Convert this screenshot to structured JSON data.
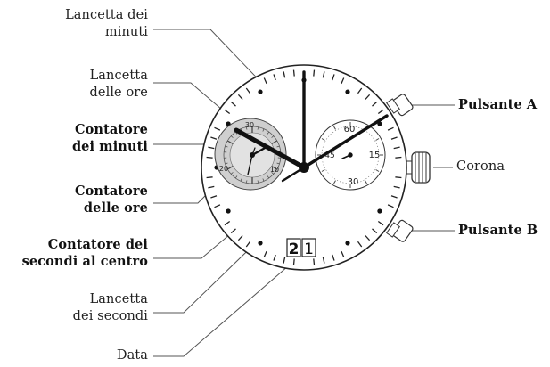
{
  "labels": {
    "lancetta_minuti": [
      "Lancetta dei",
      "minuti"
    ],
    "lancetta_ore": [
      "Lancetta",
      "delle ore"
    ],
    "contatore_minuti": [
      "Contatore",
      "dei minuti"
    ],
    "contatore_ore": [
      "Contatore",
      "delle ore"
    ],
    "contatore_secondi": [
      "Contatore dei",
      "secondi al centro"
    ],
    "lancetta_secondi": [
      "Lancetta",
      "dei secondi"
    ],
    "data": "Data",
    "pulsante_a": "Pulsante A",
    "corona": "Corona",
    "pulsante_b": "Pulsante B"
  },
  "dial": {
    "left_subdial_numbers": [
      "30",
      "20",
      "10"
    ],
    "right_subdial_numbers": [
      "60",
      "45",
      "15",
      "30"
    ],
    "date_digits": [
      "2",
      "1"
    ]
  },
  "colors": {
    "left_subdial_fill": "#cfcfcf",
    "ink": "#111111",
    "leader": "#555555"
  }
}
